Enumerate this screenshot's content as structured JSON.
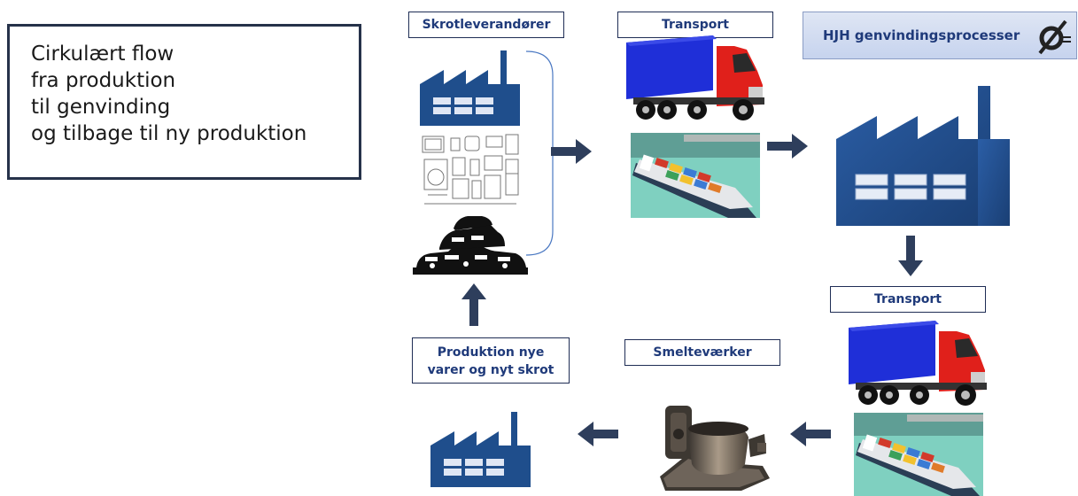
{
  "intro": {
    "lines": [
      "Cirkulært flow",
      "fra produktion",
      "til genvinding",
      "og tilbage til ny produktion"
    ]
  },
  "labels": {
    "skrot": "Skrotleverandører",
    "transport_top": "Transport",
    "hjh": "HJH genvindingsprocesser",
    "transport_right": "Transport",
    "smelte": "Smelteværker",
    "produktion": "Produktion nye varer og nyt skrot"
  },
  "colors": {
    "factory": "#1f4e8c",
    "arrow": "#2e3e5c",
    "truck_cab": "#e0201b",
    "truck_trailer": "#1f2fd8",
    "sea": "#7fd0c0"
  },
  "icons": [
    "factory-icon",
    "appliances-icon",
    "scrap-car-pile-icon",
    "truck-icon",
    "ship-icon",
    "ladle-icon",
    "hjh-logo-icon"
  ]
}
